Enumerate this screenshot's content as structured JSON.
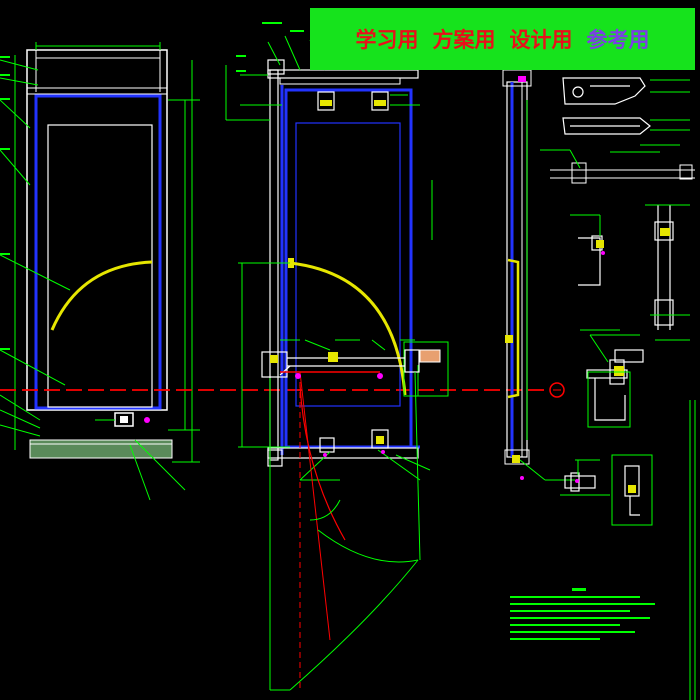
{
  "banner": {
    "labels": [
      {
        "text": "学习用",
        "color": "#e8101a"
      },
      {
        "text": "方案用",
        "color": "#e8101a"
      },
      {
        "text": "设计用",
        "color": "#e8101a"
      },
      {
        "text": "参考用",
        "color": "#7b3fe4"
      }
    ]
  },
  "colors": {
    "background": "#000000",
    "banner": "#16e31c",
    "line_white": "#ffffff",
    "line_green": "#00ff00",
    "line_blue": "#2233ff",
    "line_yellow": "#e6e600",
    "line_red": "#ff0000",
    "line_magenta": "#ff00ff"
  }
}
